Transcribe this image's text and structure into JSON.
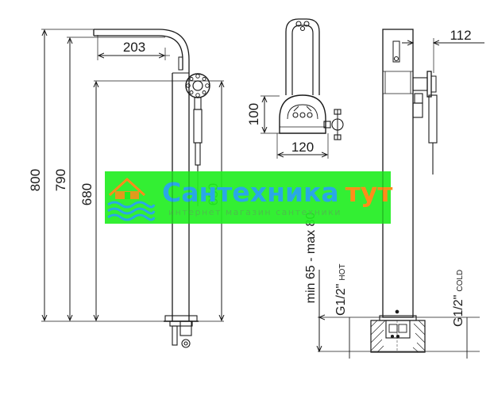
{
  "front_view": {
    "dim_800": "800",
    "dim_790": "790",
    "dim_680": "680",
    "dim_650": "650",
    "dim_203": "203"
  },
  "top_view": {
    "dim_100": "100",
    "dim_120": "120"
  },
  "side_view": {
    "dim_112": "112",
    "range_label": "min 65 - max 80",
    "hot_thread": "G1/2\"",
    "hot_label": "HOT",
    "cold_thread": "G1/2\"",
    "cold_label": "COLD"
  },
  "watermark": {
    "title_part1": "Сантехника",
    "title_part2": "тут",
    "subtitle": "интернет магазин сантехники",
    "band_color": "#22ee22",
    "title_color": "#2aa7e6",
    "accent_color": "#ff8c1a"
  }
}
